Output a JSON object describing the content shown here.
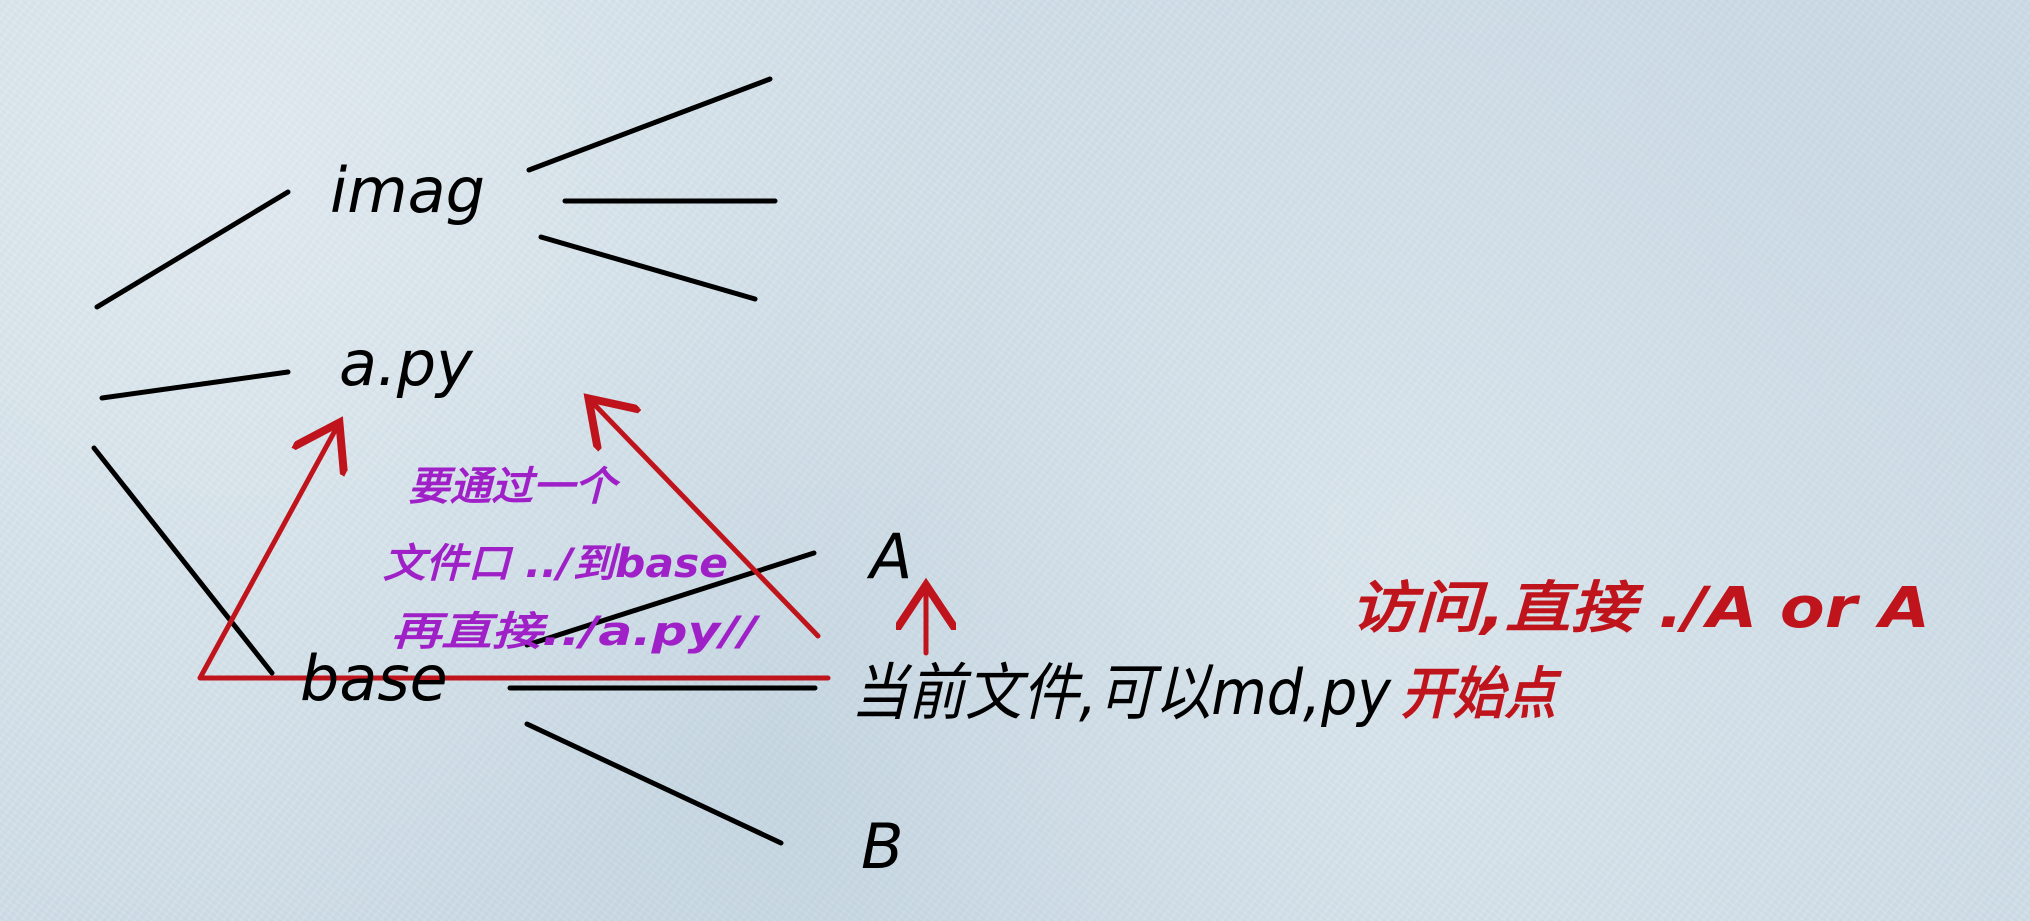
{
  "nodes": {
    "imag": "imag",
    "a_py": "a.py",
    "base": "base",
    "A": "A",
    "B": "B",
    "current": "当前文件,可以md,py",
    "start_point": "开始点"
  },
  "notes": {
    "access": "访问,直接 ./A or A",
    "purple_line1": "要通过一个",
    "purple_line2": "文件口 ../到base",
    "purple_line3": "再直接../a.py//"
  },
  "colors": {
    "ink": "#000000",
    "red": "#c0141c",
    "purple": "#a020c8"
  }
}
